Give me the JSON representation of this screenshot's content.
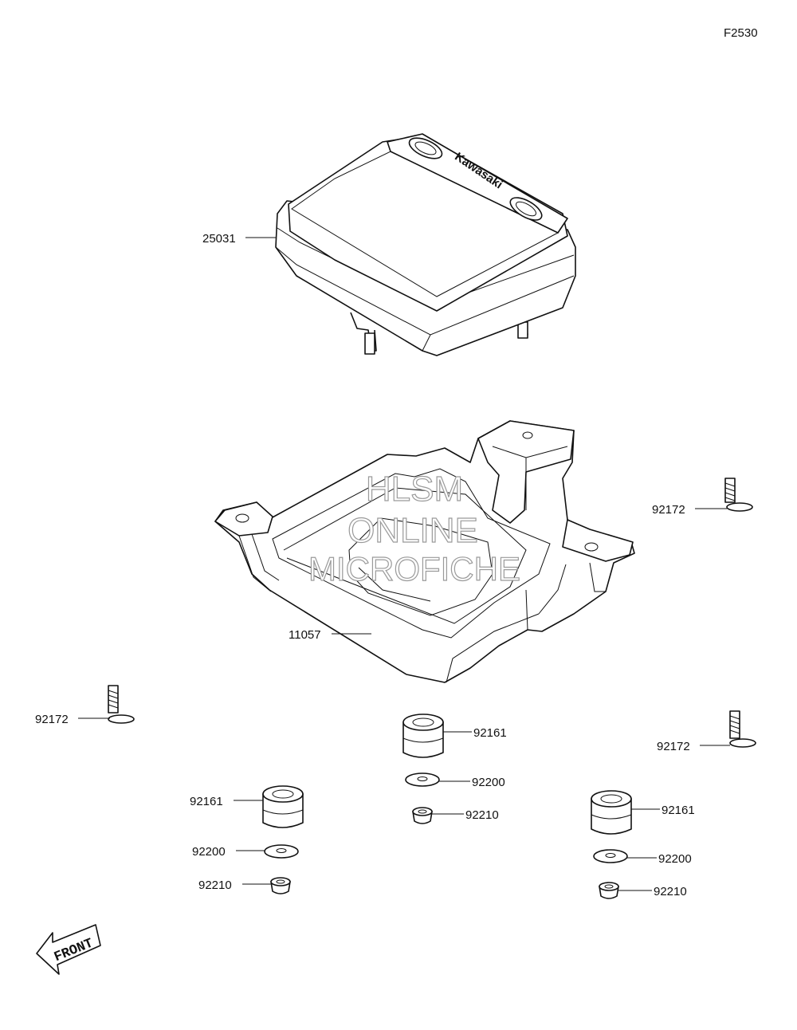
{
  "figure_code": "F2530",
  "front_label": "FRONT",
  "brand_text": "Kawasaki",
  "watermark": {
    "line1": "HLSM",
    "line2": "ONLINE",
    "line3": "MICROFICHE"
  },
  "parts": {
    "cover": "25031",
    "bracket": "11057",
    "bolt": "92172",
    "damper": "92161",
    "washer": "92200",
    "nut": "92210"
  }
}
